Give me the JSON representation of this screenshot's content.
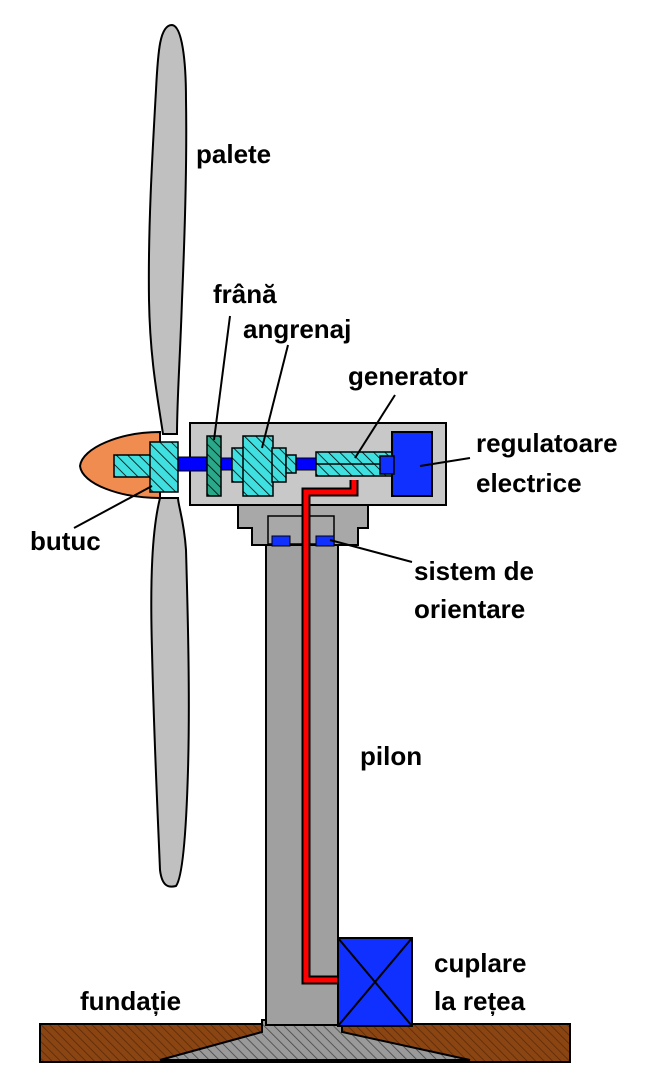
{
  "labels": {
    "palete": "palete",
    "frana": "frână",
    "angrenaj": "angrenaj",
    "generator": "generator",
    "regulatoare_1": "regulatoare",
    "regulatoare_2": "electrice",
    "butuc": "butuc",
    "sistem_1": "sistem de",
    "sistem_2": "orientare",
    "pilon": "pilon",
    "cuplare_1": "cuplare",
    "cuplare_2": "la rețea",
    "fundatie": "fundație"
  },
  "colors": {
    "blade": "#c0c0c0",
    "hub_cone": "#f08c50",
    "component_fill": "#40e0e0",
    "shaft": "#0000ff",
    "nacelle": "#c8c8c8",
    "tower": "#a0a0a0",
    "cable": "#ff0000",
    "coupling_box": "#1030ff",
    "foundation": "#8b4513"
  }
}
